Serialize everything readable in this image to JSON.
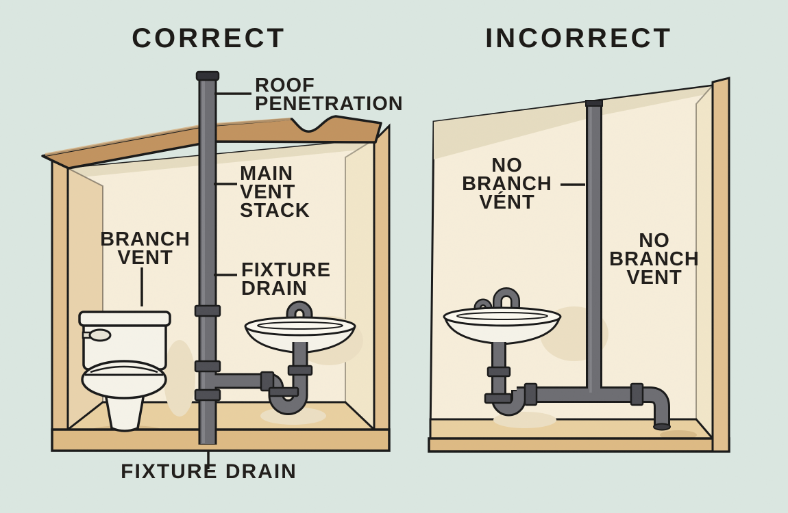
{
  "figure": {
    "type": "illustrated-comparison-diagram",
    "subject": "plumbing vent installation, correct vs incorrect"
  },
  "left_panel": {
    "title": "CORRECT",
    "labels": {
      "roof_penetration": "ROOF\nPENETRATION",
      "main_vent_stack": "MAIN\nVENT\nSTACK",
      "branch_vent": "BRANCH\nVENT",
      "fixture_drain": "FIXTURE\nDRAIN",
      "fixture_drain_bottom": "FIXTURE DRAIN"
    }
  },
  "right_panel": {
    "title": "INCORRECT",
    "labels": {
      "no_branch_vent_upper": "NO\nBRANCH\nVÉNT",
      "no_branch_vent_lower": "NO\nBRANCH\nVENT"
    }
  },
  "colors": {
    "background": "#dbe7e1",
    "wall_cream": "#f7eeda",
    "ceiling_shadow": "#e6dcc0",
    "roof_tan": "#c2935f",
    "frame_tan": "#e2c090",
    "floor_tan": "#e9d0a0",
    "bottom_band_tan": "#deba84",
    "pipe_gray": "#6d6d72",
    "pipe_fitting_dark": "#4e4e54",
    "outline_black": "#191919",
    "fixture_white": "#f6f3e9",
    "label_text": "#221f1c"
  }
}
